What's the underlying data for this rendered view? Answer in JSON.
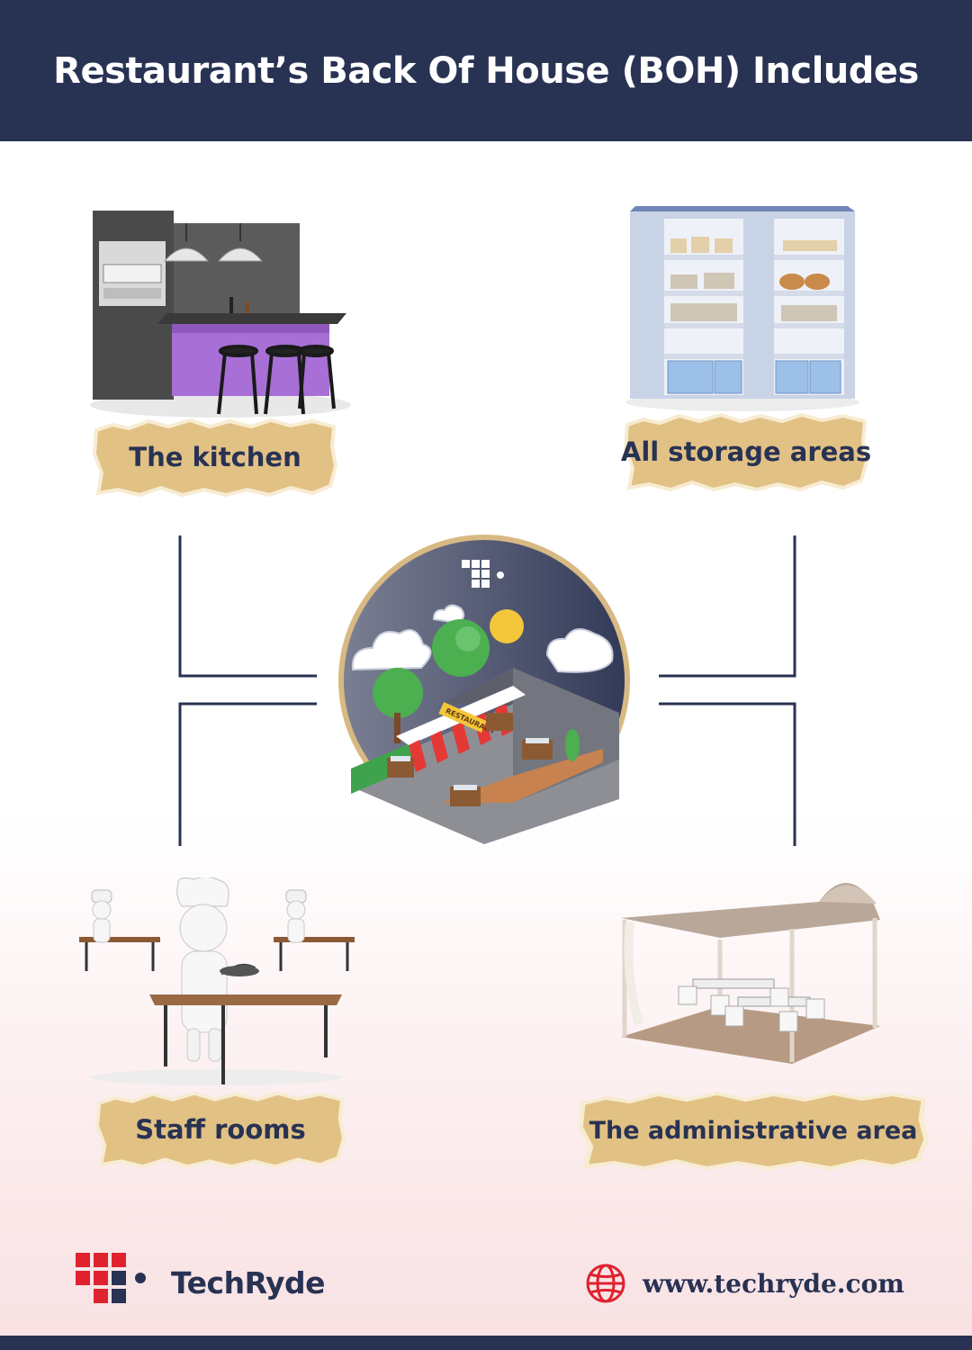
{
  "header": {
    "title": "Restaurant’s Back Of House (BOH) Includes"
  },
  "items": [
    {
      "label": "The kitchen",
      "icon": "kitchen-illustration"
    },
    {
      "label": "All storage areas",
      "icon": "storage-shelves-illustration"
    },
    {
      "label": "Staff rooms",
      "icon": "chef-figures-illustration"
    },
    {
      "label": "The administrative area",
      "icon": "canopy-dining-illustration"
    }
  ],
  "center": {
    "icon": "restaurant-isometric-illustration",
    "sign_text": "RESTAURANT"
  },
  "footer": {
    "brand": "TechRyde",
    "website": "www.techryde.com"
  },
  "colors": {
    "navy": "#283253",
    "accent_red": "#e0222e",
    "paper": "#e4c48a"
  }
}
